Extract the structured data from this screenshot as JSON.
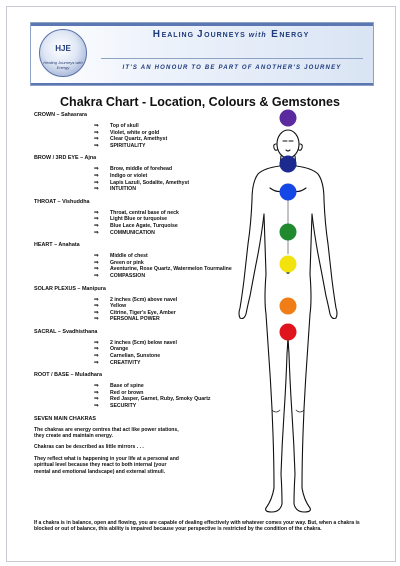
{
  "header": {
    "logo_text": "HJE",
    "logo_ring": "Healing Journeys with Energy",
    "brand_parts": [
      "H",
      "EALING ",
      "J",
      "OURNEYS ",
      "with",
      " E",
      "NERGY"
    ],
    "tagline": "IT'S AN HONOUR TO BE PART OF ANOTHER'S JOURNEY"
  },
  "title": "Chakra Chart - Location, Colours & Gemstones",
  "chakras": [
    {
      "name": "CROWN",
      "sanskrit": "Sahasrara",
      "color": "#5a2a9e",
      "items": [
        "Top of skull",
        "Violet, white or gold",
        "Clear Quartz, Amethyst",
        "SPIRITUALITY"
      ]
    },
    {
      "name": "BROW / 3RD EYE",
      "sanskrit": "Ajna",
      "color": "#1c2a8f",
      "items": [
        "Brow, middle of forehead",
        "Indigo or violet",
        "Lapis Lazuli, Sodalite, Amethyst",
        "INTUITION"
      ]
    },
    {
      "name": "THROAT",
      "sanskrit": "Vishuddha",
      "color": "#1546e6",
      "items": [
        "Throat, central base of neck",
        "Light Blue or turquoise",
        "Blue Lace Agate, Turquoise",
        "COMMUNICATION"
      ]
    },
    {
      "name": "HEART",
      "sanskrit": "Anahata",
      "color": "#1f8a2e",
      "items": [
        "Middle of chest",
        "Green or pink",
        "Aventurine, Rose Quartz, Watermelon Tourmaline",
        "COMPASSION"
      ]
    },
    {
      "name": "SOLAR PLEXUS",
      "sanskrit": "Manipura",
      "color": "#f2e30f",
      "items": [
        "2 inches (5cm) above navel",
        "Yellow",
        "Citrine, Tiger's Eye, Amber",
        "PERSONAL POWER"
      ]
    },
    {
      "name": "SACRAL",
      "sanskrit": "Svadhisthana",
      "color": "#f07d15",
      "items": [
        "2 inches (5cm) below navel",
        "Orange",
        "Carnelian, Sunstone",
        "CREATIVITY"
      ]
    },
    {
      "name": "ROOT / BASE",
      "sanskrit": "Muladhara",
      "color": "#e0141c",
      "items": [
        "Base of spine",
        "Red or brown",
        "Red Jasper, Garnet, Ruby, Smoky Quartz",
        "SECURITY"
      ]
    }
  ],
  "seven": {
    "heading": "SEVEN MAIN CHAKRAS",
    "p1": "The chakras are energy centres that act like power stations, they create and maintain energy.",
    "p2": "Chakras can be described as little mirrors . . .",
    "p3": "They reflect what is happening in your life at a personal and spiritual level because they react to both internal (your mental and emotional landscape) and external stimuli."
  },
  "bottom_note": "If a chakra is in balance, open and flowing, you are capable of dealing effectively with whatever comes your way. But, when a chakra is blocked or out of balance, this ability is impaired because your perspective is restricted by the condition of the chakra.",
  "arrow_glyph": "⇒"
}
